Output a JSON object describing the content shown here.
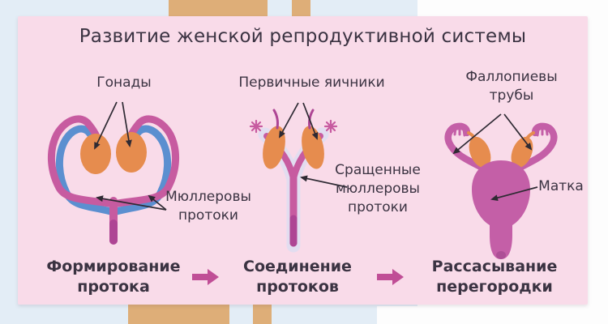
{
  "colors": {
    "bg-blue": "#e3edf6",
    "bg-white": "#fdfdfd",
    "wood": "#deae78",
    "panel": "#f9dbe9",
    "text": "#3b3342",
    "duct-magenta": "#c75ba0",
    "duct-magenta-dark": "#ae4594",
    "duct-blue": "#5b8fd0",
    "gonad-orange": "#e68c4e",
    "uterus": "#c45fa7",
    "uterus-dark": "#ad4f96",
    "lavender": "#e2ddf0",
    "pointer": "#2e2a33",
    "step-arrow": "#c04e96"
  },
  "title": "Развитие женской репродуктивной системы",
  "stages": [
    {
      "caption": "Формирование протока",
      "labels": {
        "gonads": "Гонады",
        "ducts": "Мюллеровы протоки"
      }
    },
    {
      "caption": "Соединение протоков",
      "labels": {
        "ovaries": "Первичные яичники",
        "fused": "Сращенные мюллеровы протоки"
      }
    },
    {
      "caption": "Рассасывание перегородки",
      "labels": {
        "tubes": "Фаллопиевы трубы",
        "uterus": "Матка"
      }
    }
  ]
}
